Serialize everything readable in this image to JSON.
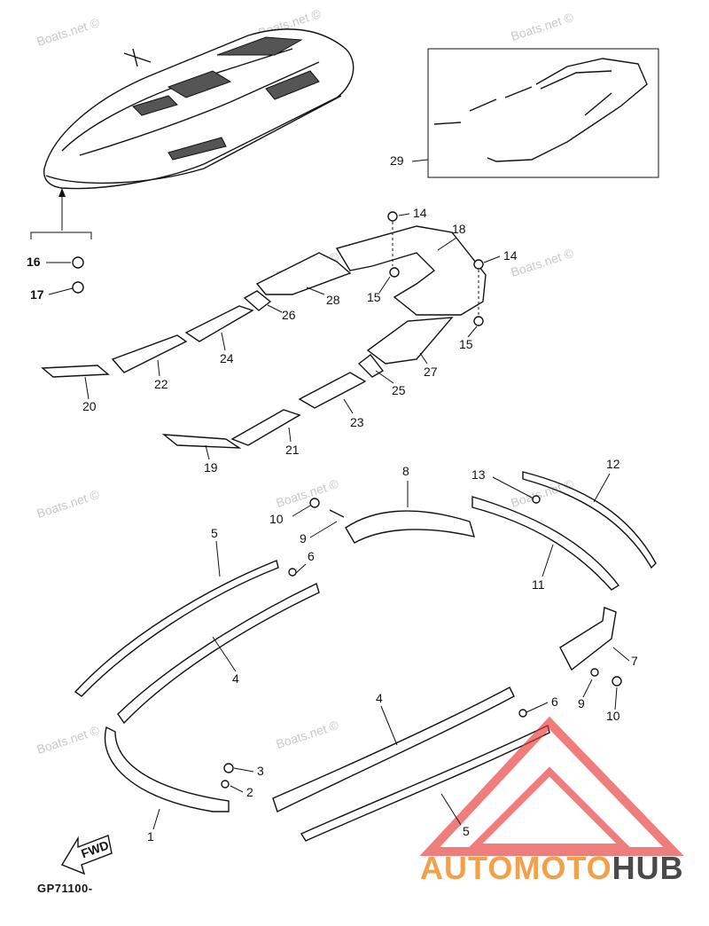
{
  "watermark": "Boats.net ©",
  "diagram_code": "GP71100-",
  "fwd_label": "FWD",
  "brand": {
    "part1": "AUTOMOTO",
    "part2": "HUB",
    "accent_color": "#e53935",
    "orange_color": "#f2a14a",
    "gray_color": "#4a4a4a"
  },
  "callouts": {
    "c1": "1",
    "c2": "2",
    "c3": "3",
    "c4a": "4",
    "c4b": "4",
    "c5a": "5",
    "c5b": "5",
    "c6a": "6",
    "c6b": "6",
    "c7": "7",
    "c8": "8",
    "c9a": "9",
    "c9b": "9",
    "c10a": "10",
    "c10b": "10",
    "c11": "11",
    "c12": "12",
    "c13": "13",
    "c14a": "14",
    "c14b": "14",
    "c15a": "15",
    "c15b": "15",
    "c16": "16",
    "c17": "17",
    "c18": "18",
    "c19": "19",
    "c20": "20",
    "c21": "21",
    "c22": "22",
    "c23": "23",
    "c24": "24",
    "c25": "25",
    "c26": "26",
    "c27": "27",
    "c28": "28",
    "c29": "29"
  }
}
